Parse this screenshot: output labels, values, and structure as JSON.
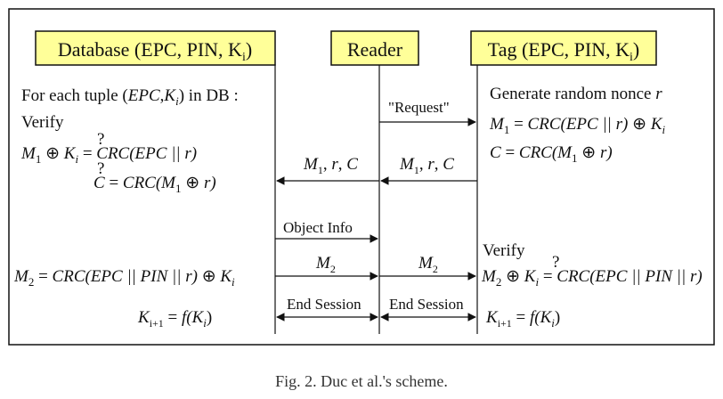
{
  "parties": {
    "database": "Database (EPC, PIN, K_i)",
    "reader": "Reader",
    "tag": "Tag (EPC, PIN, K_i)"
  },
  "database_text": {
    "line1": "For each tuple (EPC,K_i) in DB :",
    "line2": "Verify",
    "line3": "M_1 ⊕ K_i ≟ CRC(EPC || r)",
    "line4": "C ≟ CRC(M_1 ⊕ r)",
    "line5": "M_2 = CRC(EPC || PIN || r) ⊕ K_i",
    "line6": "K_i+1 = f(K_i)"
  },
  "tag_text": {
    "line1": "Generate random nonce r",
    "line2": "M_1 = CRC(EPC || r) ⊕ K_i",
    "line3": "C = CRC(M_1 ⊕ r)",
    "line4": "Verify",
    "line5": "M_2 ⊕ K_i ≟ CRC(EPC || PIN || r)",
    "line6": "K_i+1 = f(K_i)"
  },
  "messages": {
    "request": "\"Request\"",
    "m1rc_tag": "M_1,r,C",
    "m1rc_reader": "M_1,r,C",
    "object_info": "Object Info",
    "m2_db": "M_2",
    "m2_reader": "M_2",
    "end_session_left": "End Session",
    "end_session_right": "End Session"
  },
  "caption": "Fig. 2. Duc et al.'s scheme.",
  "colors": {
    "box_fill": "#ffff99",
    "line": "#111111",
    "frame": "#111111",
    "caption": "#333333"
  }
}
